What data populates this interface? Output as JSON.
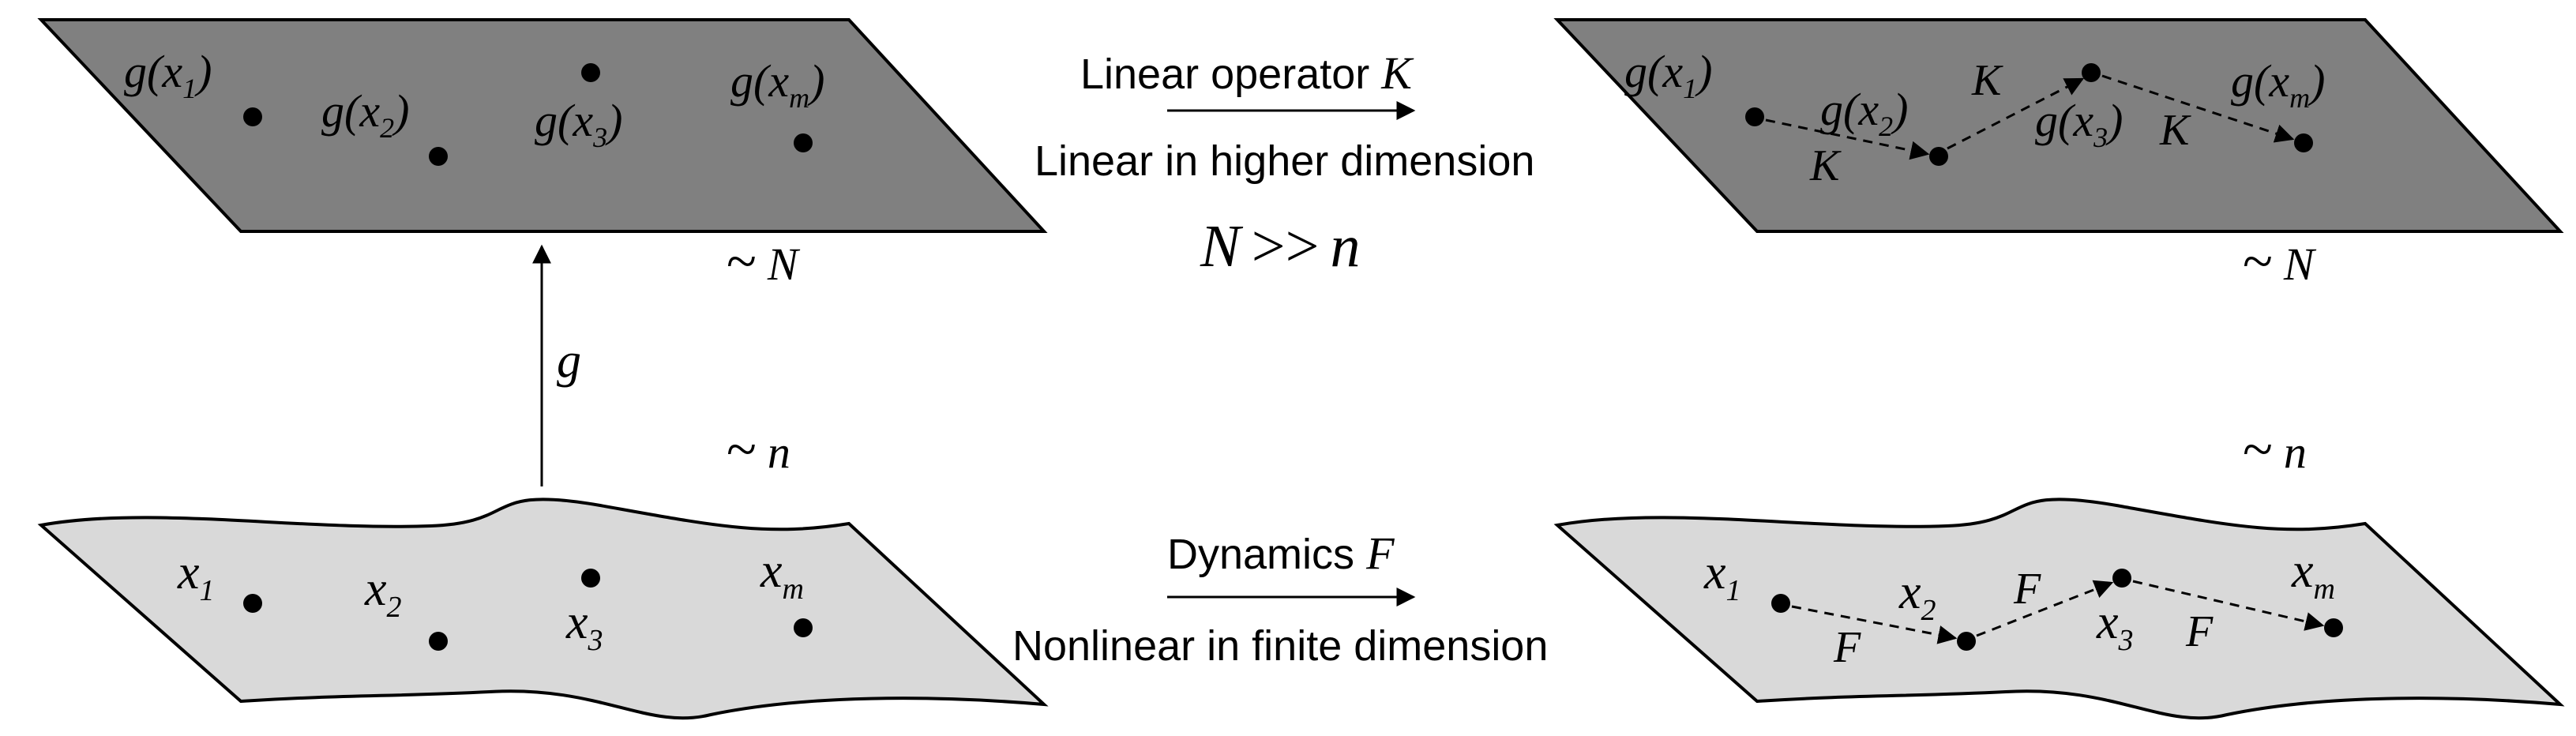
{
  "colors": {
    "upper_plane": "#808080",
    "lower_plane": "#d9d9d9",
    "ink": "#000000"
  },
  "left": {
    "upper_labels": [
      "g(x",
      "1",
      ")",
      "g(x",
      "2",
      ")",
      "g(x",
      "3",
      ")",
      "g(x",
      "m",
      ")"
    ],
    "lower_labels": [
      "x",
      "1",
      "x",
      "2",
      "x",
      "3",
      "x",
      "m"
    ],
    "lift_label": "g",
    "dim_high": "N",
    "dim_low": "n"
  },
  "middle": {
    "top_arrow_text": "Linear operator",
    "top_arrow_symbol": "K",
    "top_caption": "Linear in higher dimension",
    "relation_left": "N",
    "relation_op": ">>",
    "relation_right": "n",
    "bottom_arrow_text": "Dynamics",
    "bottom_arrow_symbol": "F",
    "bottom_caption": "Nonlinear in finite dimension"
  },
  "right": {
    "upper_labels": [
      "g(x",
      "1",
      ")",
      "g(x",
      "2",
      ")",
      "g(x",
      "3",
      ")",
      "g(x",
      "m",
      ")"
    ],
    "upper_operator_labels": [
      "K",
      "K",
      "K"
    ],
    "lower_labels": [
      "x",
      "1",
      "x",
      "2",
      "x",
      "3",
      "x",
      "m"
    ],
    "lower_operator_labels": [
      "F",
      "F",
      "F"
    ],
    "dim_high": "N",
    "dim_low": "n",
    "tilde": "~"
  }
}
